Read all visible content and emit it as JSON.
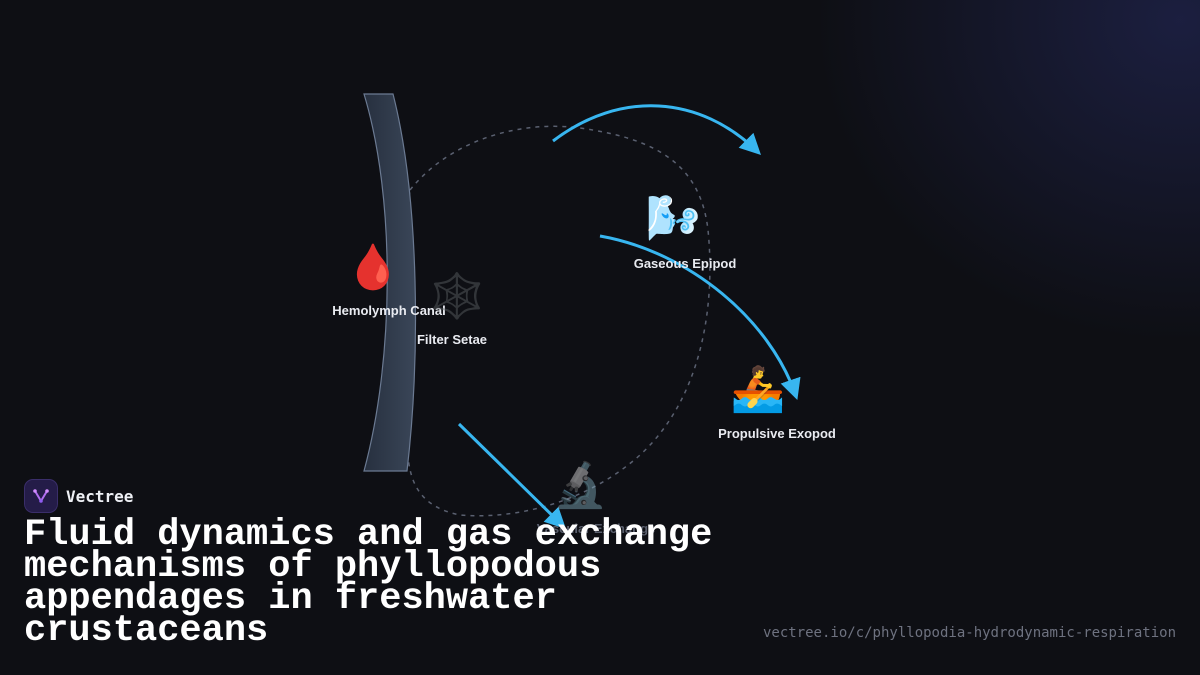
{
  "nodes": [
    {
      "id": "hemolymph",
      "label": "Hemolymph Canal",
      "icon": "🩸",
      "icon_name": "blood-drop-icon"
    },
    {
      "id": "filter",
      "label": "Filter Setae",
      "icon": "🕸️",
      "icon_name": "spider-web-icon"
    },
    {
      "id": "epipod",
      "label": "Gaseous Epipod",
      "icon": "🌬️",
      "icon_name": "wind-face-icon"
    },
    {
      "id": "exopod",
      "label": "Propulsive Exopod",
      "icon": "🚣",
      "icon_name": "rowboat-icon"
    },
    {
      "id": "bottom",
      "label": "Vascular Exchange",
      "icon": "🔬",
      "icon_name": "microscope-icon"
    }
  ],
  "colors": {
    "background": "#0e0f14",
    "arrow": "#38b6f0",
    "appendage_fill": "#2f3a4c",
    "appendage_stroke": "#6b7a92",
    "dashed_outline": "#5a6070"
  },
  "brand": {
    "name": "Vectree",
    "logo_icon": "vectree-logo-icon"
  },
  "title": "Fluid dynamics and gas exchange mechanisms of phyllopodous appendages in freshwater crustaceans",
  "url": "vectree.io/c/phyllopodia-hydrodynamic-respiration"
}
